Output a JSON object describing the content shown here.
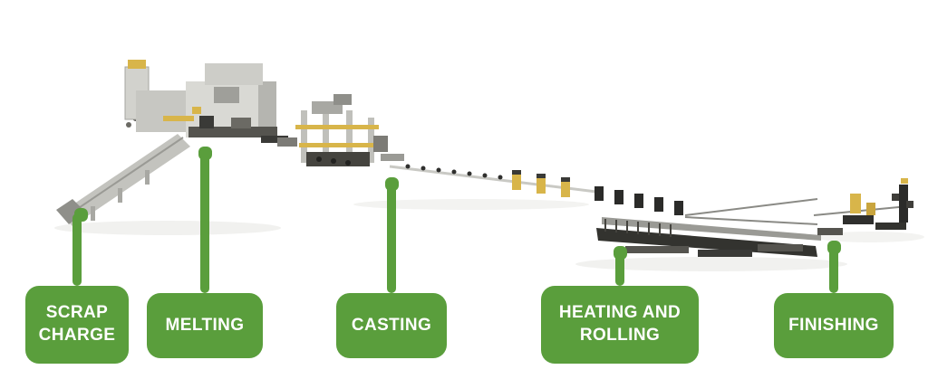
{
  "callouts": [
    {
      "id": "scrap-charge",
      "label": "SCRAP CHARGE"
    },
    {
      "id": "melting",
      "label": "MELTING"
    },
    {
      "id": "casting",
      "label": "CASTING"
    },
    {
      "id": "heating-rolling",
      "label": "HEATING AND ROLLING"
    },
    {
      "id": "finishing",
      "label": "FINISHING"
    }
  ],
  "colors": {
    "accent": "#5a9e3c",
    "label_text": "#ffffff"
  }
}
